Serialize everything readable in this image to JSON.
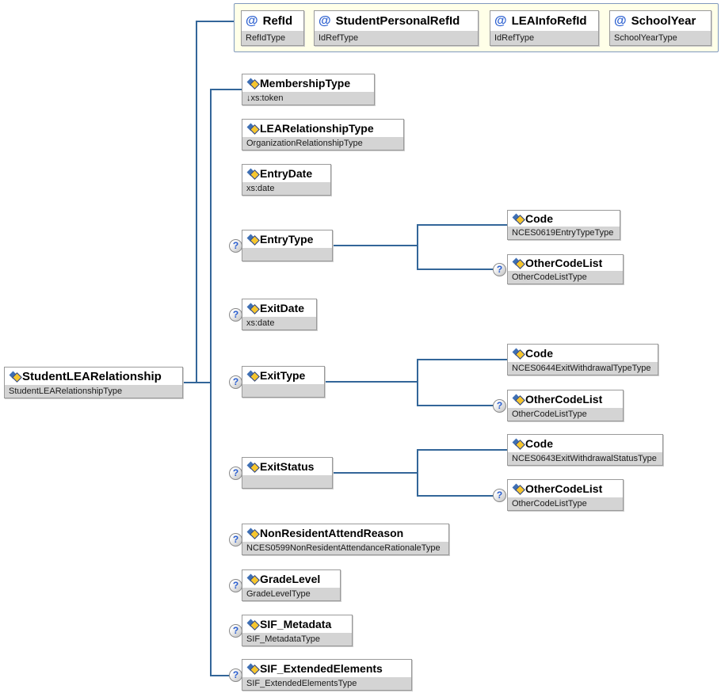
{
  "icons": {
    "attribute": "@",
    "optional": "?"
  },
  "colors": {
    "connector": "#336699",
    "attr_container_bg": "#FFFFE8",
    "subtitle_bg": "#D4D4D4",
    "element_icon_blue": "#3E6FB4",
    "element_icon_gold": "#F6C62E"
  },
  "root": {
    "name": "StudentLEARelationship",
    "type": "StudentLEARelationshipType"
  },
  "attributes": [
    {
      "name": "RefId",
      "type": "RefIdType"
    },
    {
      "name": "StudentPersonalRefId",
      "type": "IdRefType"
    },
    {
      "name": "LEAInfoRefId",
      "type": "IdRefType"
    },
    {
      "name": "SchoolYear",
      "type": "SchoolYearType"
    }
  ],
  "elements": [
    {
      "name": "MembershipType",
      "type": "↓xs:token",
      "optional": false
    },
    {
      "name": "LEARelationshipType",
      "type": "OrganizationRelationshipType",
      "optional": false
    },
    {
      "name": "EntryDate",
      "type": "xs:date",
      "optional": false
    },
    {
      "name": "EntryType",
      "type": "",
      "optional": true,
      "children": [
        {
          "name": "Code",
          "type": "NCES0619EntryTypeType",
          "optional": false
        },
        {
          "name": "OtherCodeList",
          "type": "OtherCodeListType",
          "optional": true
        }
      ]
    },
    {
      "name": "ExitDate",
      "type": "xs:date",
      "optional": true
    },
    {
      "name": "ExitType",
      "type": "",
      "optional": true,
      "children": [
        {
          "name": "Code",
          "type": "NCES0644ExitWithdrawalTypeType",
          "optional": false
        },
        {
          "name": "OtherCodeList",
          "type": "OtherCodeListType",
          "optional": true
        }
      ]
    },
    {
      "name": "ExitStatus",
      "type": "",
      "optional": true,
      "children": [
        {
          "name": "Code",
          "type": "NCES0643ExitWithdrawalStatusType",
          "optional": false
        },
        {
          "name": "OtherCodeList",
          "type": "OtherCodeListType",
          "optional": true
        }
      ]
    },
    {
      "name": "NonResidentAttendReason",
      "type": "NCES0599NonResidentAttendanceRationaleType",
      "optional": true
    },
    {
      "name": "GradeLevel",
      "type": "GradeLevelType",
      "optional": true
    },
    {
      "name": "SIF_Metadata",
      "type": "SIF_MetadataType",
      "optional": true
    },
    {
      "name": "SIF_ExtendedElements",
      "type": "SIF_ExtendedElementsType",
      "optional": true
    }
  ]
}
